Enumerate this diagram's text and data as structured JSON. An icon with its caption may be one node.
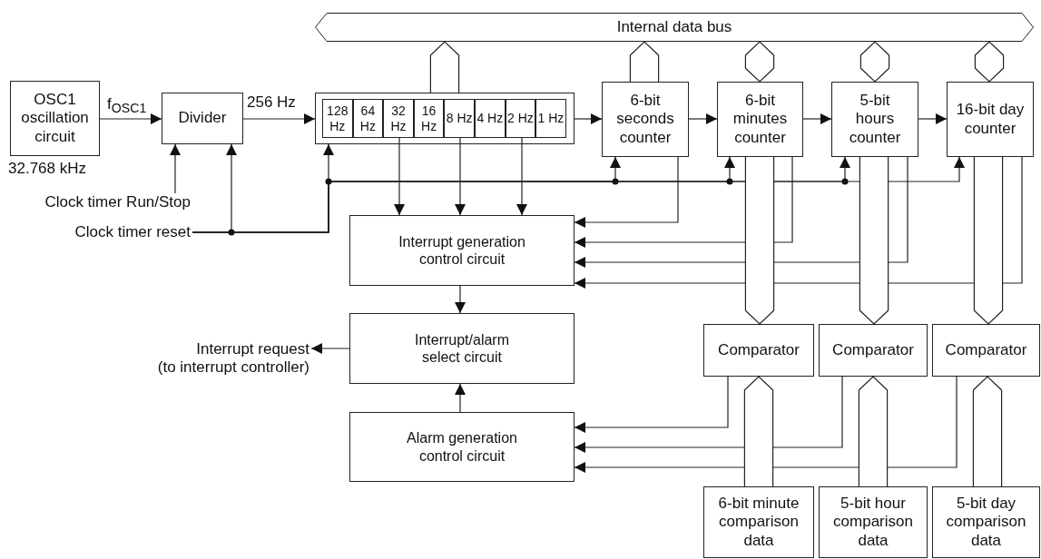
{
  "diagram": {
    "nodes": [
      {
        "text": [
          "OSC1 oscillation circuit"
        ],
        "beside": [
          "32.768 kHz"
        ]
      },
      {
        "text": [
          "Divider"
        ]
      },
      {
        "text": [],
        "shape": "box"
      },
      {
        "text": [
          "128 Hz"
        ],
        "in": 2
      },
      {
        "text": [
          "64 Hz"
        ],
        "in": 2
      },
      {
        "text": [
          "32 Hz"
        ],
        "in": 2
      },
      {
        "text": [
          "16 Hz"
        ],
        "in": 2
      },
      {
        "text": [
          "8 Hz"
        ],
        "in": 2
      },
      {
        "text": [
          "4 Hz"
        ],
        "in": 2
      },
      {
        "text": [
          "2 Hz"
        ],
        "in": 2
      },
      {
        "text": [
          "1 Hz"
        ],
        "in": 2
      },
      {
        "text": [
          "6-bit seconds counter"
        ]
      },
      {
        "text": [
          "6-bit minutes counter"
        ]
      },
      {
        "text": [
          "5-bit hours counter"
        ]
      },
      {
        "text": [
          "16-bit day counter"
        ]
      },
      {
        "text": [
          "Internal data bus"
        ]
      },
      {
        "text": [
          "Clock timer Run/Stop"
        ]
      },
      {
        "text": [
          "Clock timer reset"
        ]
      },
      {
        "text": [
          "Interrupt generation control circuit"
        ]
      },
      {
        "text": [
          "Interrupt/alarm select circuit"
        ]
      },
      {
        "text": [
          "Interrupt request",
          "(to interrupt controller)"
        ]
      },
      {
        "text": [
          "Alarm generation control circuit"
        ]
      },
      {
        "text": [
          "Comparator"
        ]
      },
      {
        "text": [
          "Comparator"
        ]
      },
      {
        "text": [
          "Comparator"
        ]
      },
      {
        "text": [
          "6-bit minute comparison data"
        ]
      },
      {
        "text": [
          "5-bit hour comparison data"
        ]
      },
      {
        "text": [
          "5-bit day comparison data"
        ]
      }
    ],
    "edges": [
      {
        "from": 0,
        "to": 1,
        "arrow": "to",
        "label": "f$_{OSC1}$"
      },
      {
        "from": 1,
        "to": 2,
        "arrow": "to",
        "label": "256 Hz"
      },
      {
        "from": 16,
        "to": 1,
        "arrow": "to"
      },
      {
        "from": 17,
        "to": 1,
        "arrow": "to"
      },
      {
        "from": 17,
        "to": 2,
        "arrow": "to"
      },
      {
        "from": 17,
        "to": 11,
        "arrow": "to"
      },
      {
        "from": 17,
        "to": 12,
        "arrow": "to"
      },
      {
        "from": 17,
        "to": 13,
        "arrow": "to"
      },
      {
        "from": 17,
        "to": 14,
        "arrow": "to"
      },
      {
        "from": 2,
        "to": 11,
        "arrow": "to"
      },
      {
        "from": 11,
        "to": 12,
        "arrow": "to"
      },
      {
        "from": 12,
        "to": 13,
        "arrow": "to"
      },
      {
        "from": 13,
        "to": 14,
        "arrow": "to"
      },
      {
        "from": 5,
        "to": 18,
        "arrow": "to"
      },
      {
        "from": 7,
        "to": 18,
        "arrow": "to"
      },
      {
        "from": 9,
        "to": 18,
        "arrow": "to"
      },
      {
        "from": 11,
        "to": 18,
        "arrow": "to"
      },
      {
        "from": 12,
        "to": 18,
        "arrow": "to"
      },
      {
        "from": 13,
        "to": 18,
        "arrow": "to"
      },
      {
        "from": 14,
        "to": 18,
        "arrow": "to"
      },
      {
        "from": 18,
        "to": 19,
        "arrow": "to"
      },
      {
        "from": 19,
        "to": 20,
        "arrow": "to"
      },
      {
        "from": 21,
        "to": 19,
        "arrow": "to"
      },
      {
        "from": 22,
        "to": 21,
        "arrow": "to"
      },
      {
        "from": 23,
        "to": 21,
        "arrow": "to"
      },
      {
        "from": 24,
        "to": 21,
        "arrow": "to"
      },
      {
        "from": 2,
        "to": 15,
        "arrow": "to",
        "style": "thick"
      },
      {
        "from": 11,
        "to": 15,
        "arrow": "to",
        "style": "thick"
      },
      {
        "from": 12,
        "to": 15,
        "arrow": "both",
        "style": "thick"
      },
      {
        "from": 13,
        "to": 15,
        "arrow": "both",
        "style": "thick"
      },
      {
        "from": 14,
        "to": 15,
        "arrow": "both",
        "style": "thick"
      },
      {
        "from": 12,
        "to": 22,
        "arrow": "to",
        "style": "thick"
      },
      {
        "from": 13,
        "to": 23,
        "arrow": "to",
        "style": "thick"
      },
      {
        "from": 14,
        "to": 24,
        "arrow": "to",
        "style": "thick"
      },
      {
        "from": 25,
        "to": 22,
        "arrow": "to",
        "style": "thick"
      },
      {
        "from": 26,
        "to": 23,
        "arrow": "to",
        "style": "thick"
      },
      {
        "from": 27,
        "to": 24,
        "arrow": "to",
        "style": "thick"
      }
    ]
  }
}
